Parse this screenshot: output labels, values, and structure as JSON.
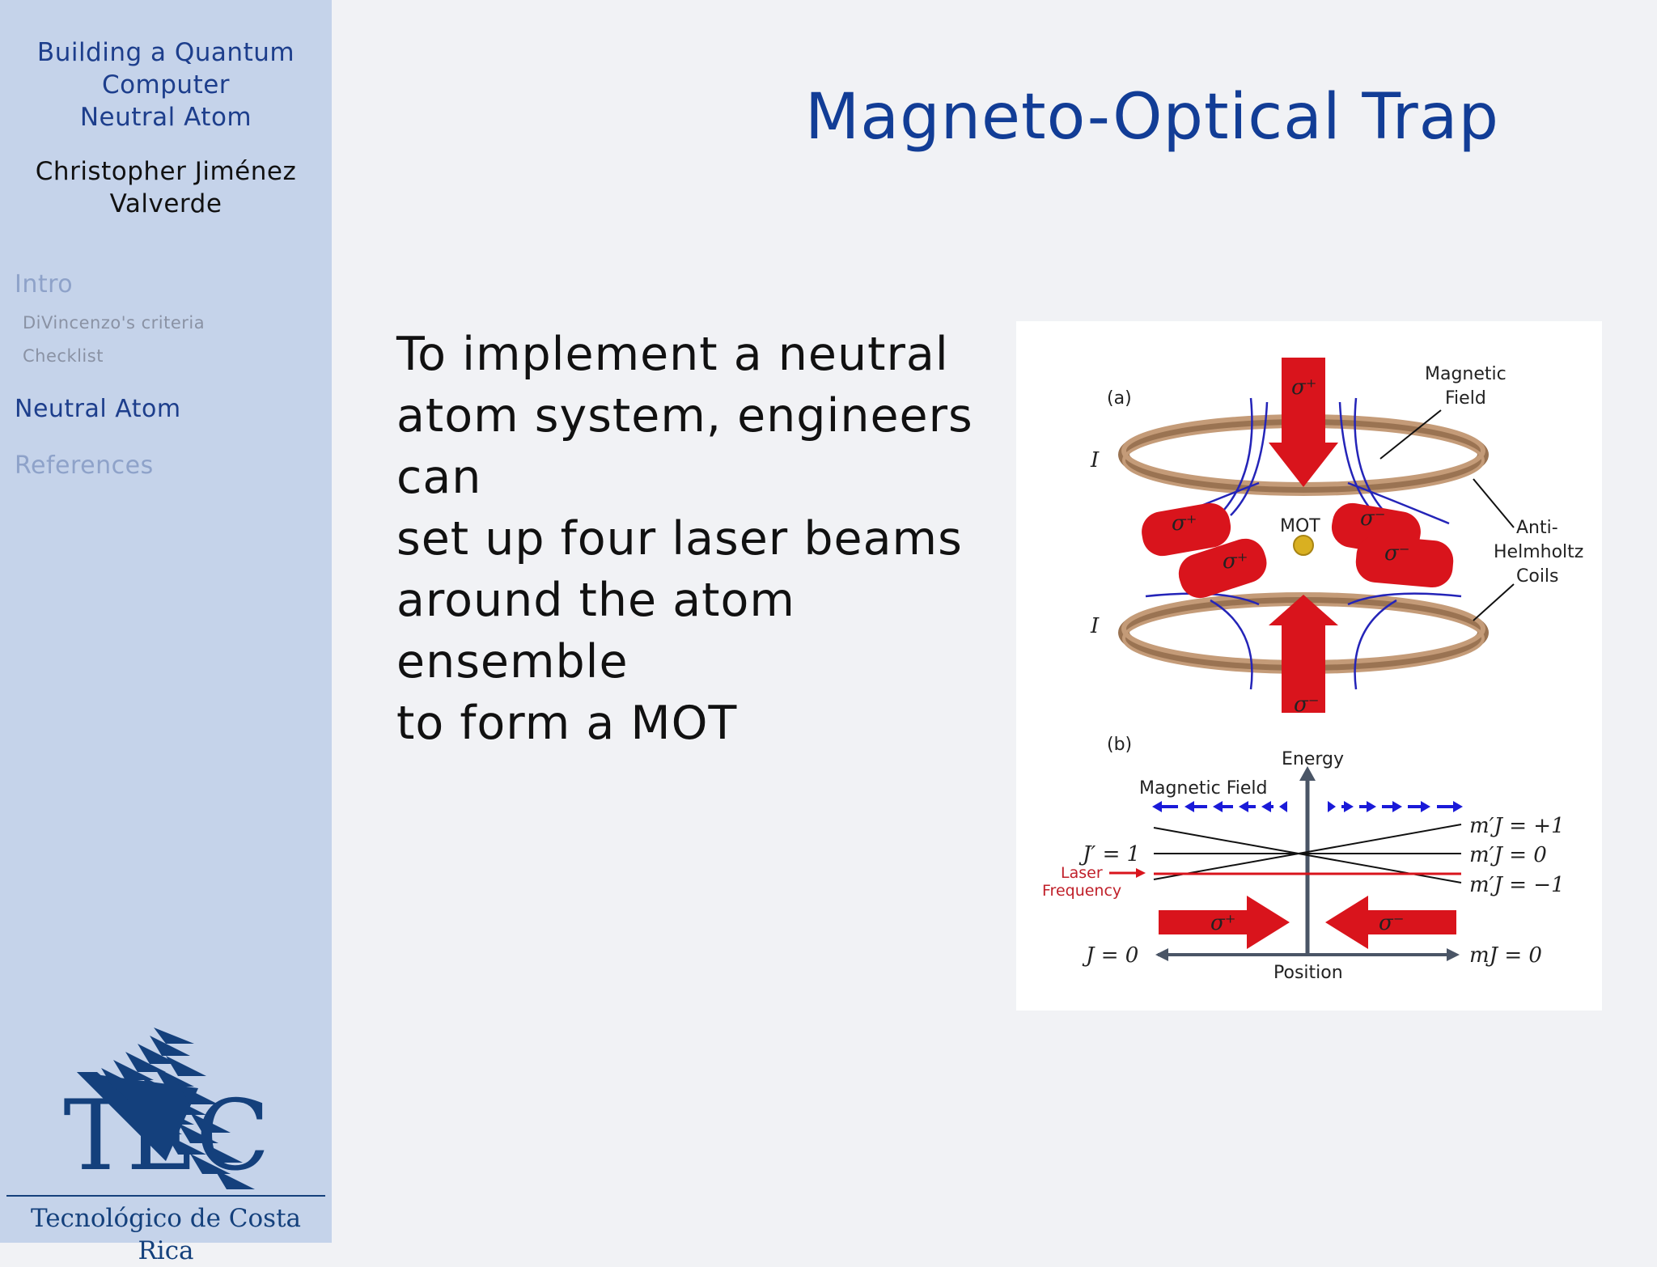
{
  "sidebar": {
    "title_lines": [
      "Building a Quantum",
      "Computer",
      "Neutral Atom"
    ],
    "author_lines": [
      "Christopher Jiménez",
      "Valverde"
    ],
    "nav": {
      "intro": "Intro",
      "divincenzo": "DiVincenzo's criteria",
      "checklist": "Checklist",
      "neutral_atom": "Neutral Atom",
      "references": "References"
    },
    "logo": {
      "wordmark": "TEC",
      "subtitle": "Tecnológico de Costa Rica"
    }
  },
  "slide": {
    "title": "Magneto-Optical Trap",
    "body_lines": [
      "To implement a neutral",
      "atom system, engineers can",
      "set up four laser beams",
      "around the atom ensemble",
      "to form a MOT"
    ]
  },
  "figure": {
    "panel_a": {
      "label": "(a)",
      "current": "I",
      "magnetic_field": [
        "Magnetic",
        "Field"
      ],
      "coils": [
        "Anti-",
        "Helmholtz",
        "Coils"
      ],
      "mot": "MOT",
      "sigma_plus": "σ⁺",
      "sigma_minus": "σ⁻"
    },
    "panel_b": {
      "label": "(b)",
      "energy": "Energy",
      "magnetic_field": "Magnetic Field",
      "position": "Position",
      "laser": [
        "Laser",
        "Frequency"
      ],
      "j_prime": "J′ = 1",
      "j": "J = 0",
      "levels": [
        "m′J = +1",
        "m′J = 0",
        "m′J = −1"
      ],
      "ground": "mJ = 0",
      "sigma_plus": "σ⁺",
      "sigma_minus": "σ⁻"
    }
  },
  "colors": {
    "accent": "#123d96",
    "sidebar": "#c5d3ea",
    "laser_red": "#d9141c",
    "coil": "#b78d6a"
  }
}
